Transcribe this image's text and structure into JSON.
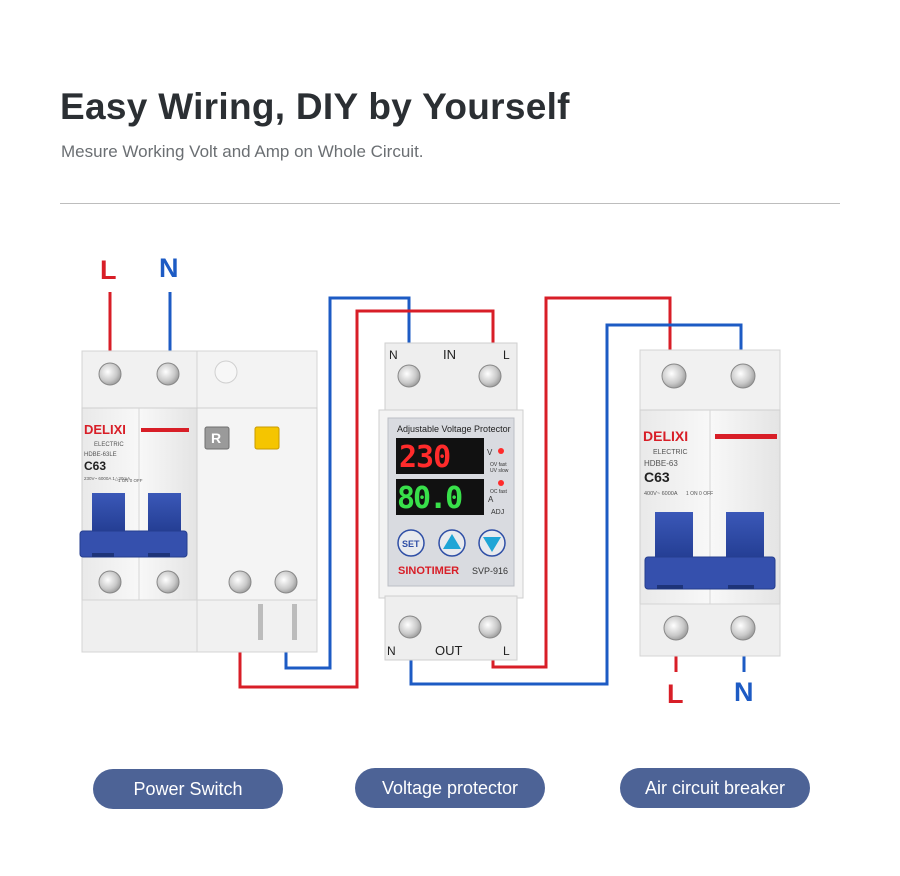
{
  "header": {
    "title": "Easy Wiring, DIY by Yourself",
    "subtitle": "Mesure Working Volt and Amp on Whole Circuit."
  },
  "terminals": {
    "left_L": "L",
    "left_N": "N",
    "right_L": "L",
    "right_N": "N"
  },
  "power_switch": {
    "brand": "DELIXI",
    "sub": "ELECTRIC",
    "model": "HDBE-63LE",
    "rating": "C63",
    "spec": "230V~ 6000A 1△30mA",
    "test_button": "R",
    "spec2": "1 ON 0 OFF"
  },
  "voltage_protector": {
    "top_N": "N",
    "top_IN": "IN",
    "top_L": "L",
    "panel_title": "Adjustable Voltage Protector",
    "voltage_display": "230",
    "current_display": "80.0",
    "voltage_unit": "V",
    "ov_fast": "OV fast",
    "uv_slow": "UV slow",
    "oc_fast": "OC fast",
    "current_unit": "A",
    "adj": "ADJ",
    "set_button": "SET",
    "brand": "SINOTIMER",
    "model": "SVP-916",
    "bottom_N": "N",
    "bottom_OUT": "OUT",
    "bottom_L": "L"
  },
  "air_breaker": {
    "brand": "DELIXI",
    "sub": "ELECTRIC",
    "model": "HDBE-63",
    "rating": "C63",
    "spec": "400V~ 6000A",
    "spec2": "1 ON 0 OFF"
  },
  "labels": {
    "power_switch": "Power Switch",
    "voltage_protector": "Voltage protector",
    "air_breaker": "Air circuit breaker"
  },
  "colors": {
    "live_wire": "#d81e27",
    "neutral_wire": "#1d5bc4",
    "pill_bg": "#4d6396",
    "display_red": "#ff2b2b",
    "display_green": "#38e04a"
  }
}
